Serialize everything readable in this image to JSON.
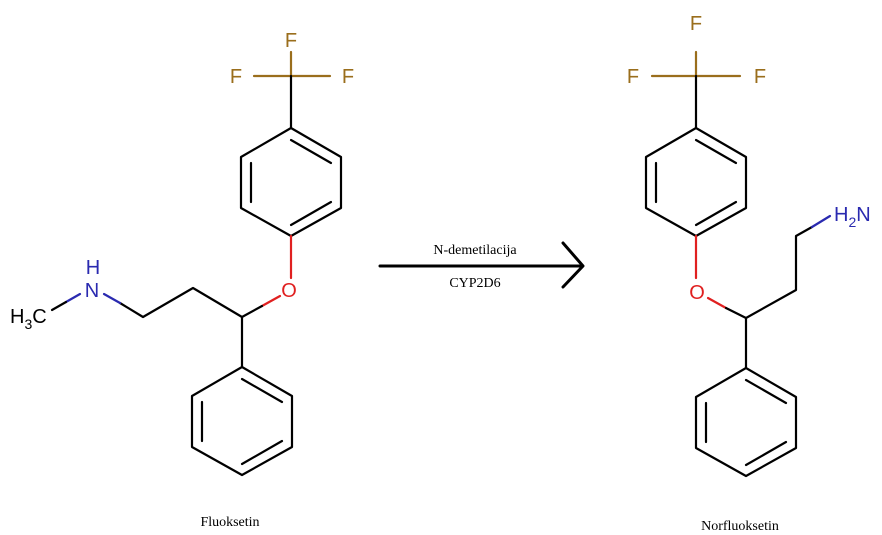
{
  "reaction": {
    "arrow_label_top": "N-demetilacija",
    "arrow_label_bottom": "CYP2D6"
  },
  "reactant": {
    "name": "Fluoksetin",
    "atoms": {
      "f_top": "F",
      "f_left": "F",
      "f_right": "F",
      "o": "O",
      "n": "N",
      "n_h": "H",
      "methyl_h": "H",
      "methyl_sub": "3",
      "methyl_c": "C"
    }
  },
  "product": {
    "name": "Norfluoksetin",
    "atoms": {
      "f_top": "F",
      "f_left": "F",
      "f_right": "F",
      "o": "O",
      "amine_h": "H",
      "amine_sub": "2",
      "amine_n": "N"
    }
  },
  "colors": {
    "bond": "#000000",
    "fluorine": "#9a6e1c",
    "oxygen": "#e02020",
    "nitrogen": "#2a2ab0"
  }
}
